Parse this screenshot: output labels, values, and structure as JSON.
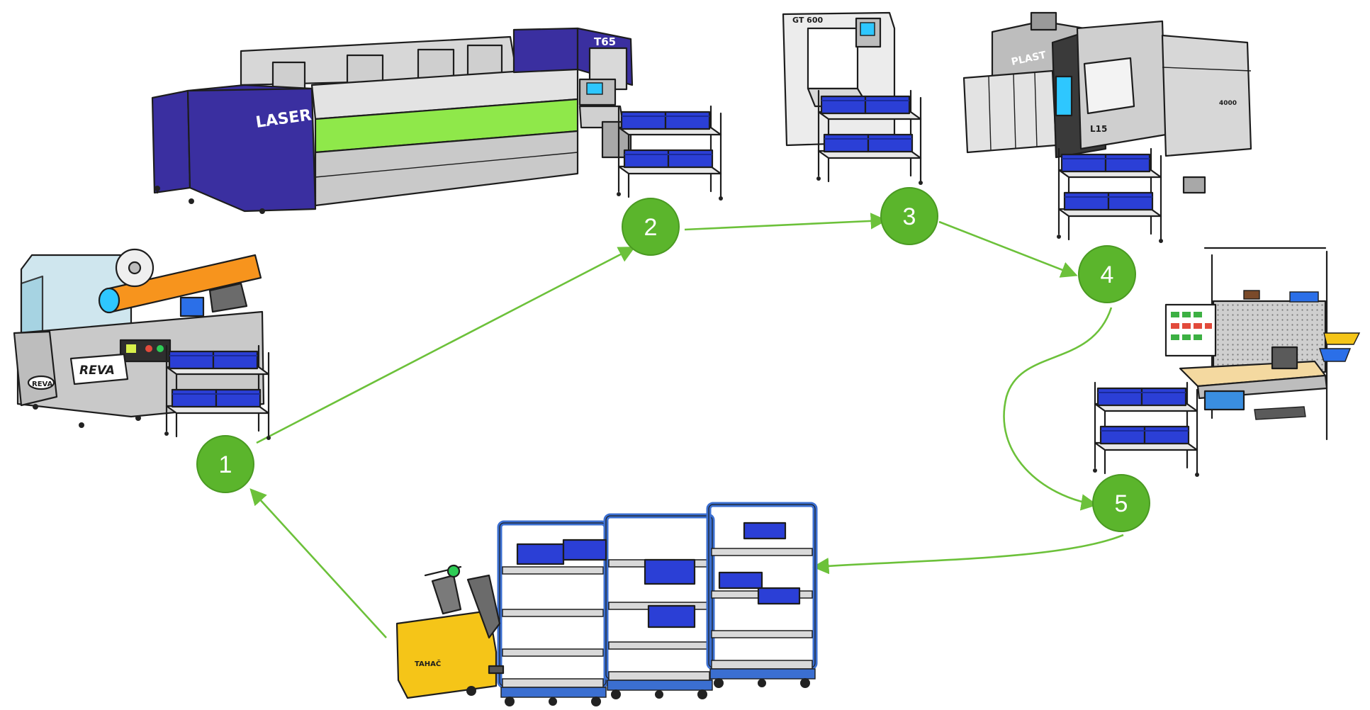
{
  "colors": {
    "accent_green": "#6cc13a",
    "badge_green": "#5bb52c",
    "crate_blue": "#2b3fd6",
    "machine_purple": "#3a2fa0",
    "laser_stripe": "#8fe84a",
    "reva_orange": "#f7941d",
    "tug_yellow": "#f5c518",
    "cart_frame": "#3b6fd1",
    "machine_grey": "#c9c9c9",
    "bench_wood": "#f4d9a0"
  },
  "machines": {
    "laser_label": "LASER",
    "laser_model": "T65",
    "reva_label": "REVA",
    "reva_badge": "REVA",
    "gt_model": "GT 600",
    "plast_label": "PLAST",
    "plast_model": "L15",
    "plast_number": "4000",
    "tug_label": "TAHAČ"
  },
  "steps": [
    {
      "number": "1"
    },
    {
      "number": "2"
    },
    {
      "number": "3"
    },
    {
      "number": "4"
    },
    {
      "number": "5"
    }
  ]
}
